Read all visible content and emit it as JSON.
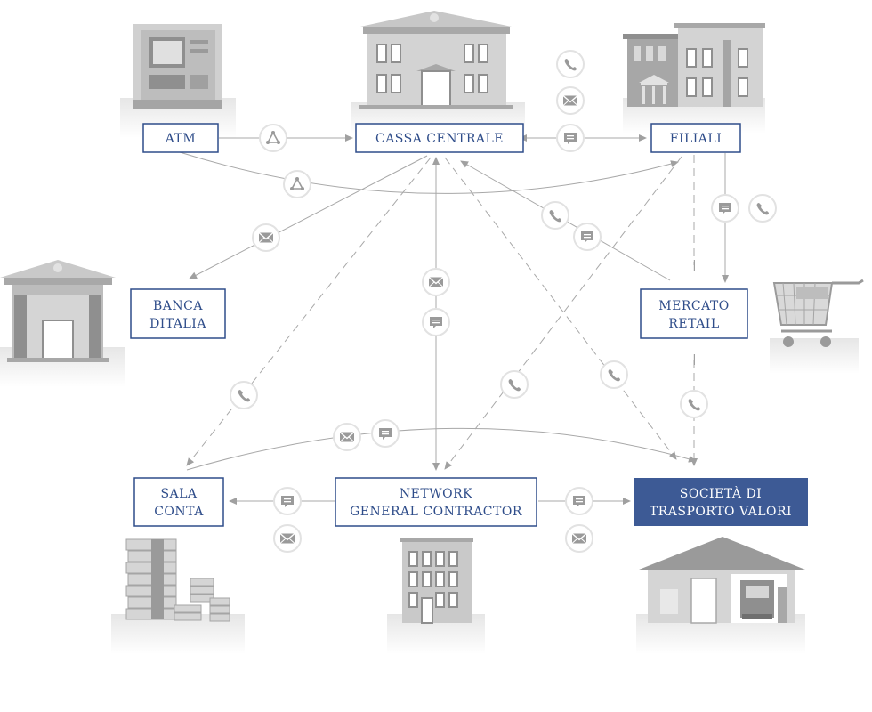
{
  "nodes": {
    "atm": {
      "line1": "ATM"
    },
    "cassa_centrale": {
      "line1": "CASSA CENTRALE"
    },
    "filiali": {
      "line1": "FILIALI"
    },
    "banca_italia": {
      "line1": "BANCA",
      "line2": "DITALIA"
    },
    "mercato_retail": {
      "line1": "MERCATO",
      "line2": "RETAIL"
    },
    "sala_conta": {
      "line1": "SALA",
      "line2": "CONTA"
    },
    "network": {
      "line1": "NETWORK",
      "line2": "GENERAL CONTRACTOR"
    },
    "societa": {
      "line1": "SOCIETÀ DI",
      "line2": "TRASPORTO VALORI"
    }
  },
  "colors": {
    "node_border": "#2f4d8a",
    "node_text": "#2f4d8a",
    "highlight_fill": "#3d5a95",
    "connector": "#a8a8a8",
    "icon_grey": "#9a9a9a",
    "building_grey": "#c9c9c9"
  },
  "icons": [
    "phone-icon",
    "mail-icon",
    "chat-icon",
    "network-triangle-icon"
  ]
}
